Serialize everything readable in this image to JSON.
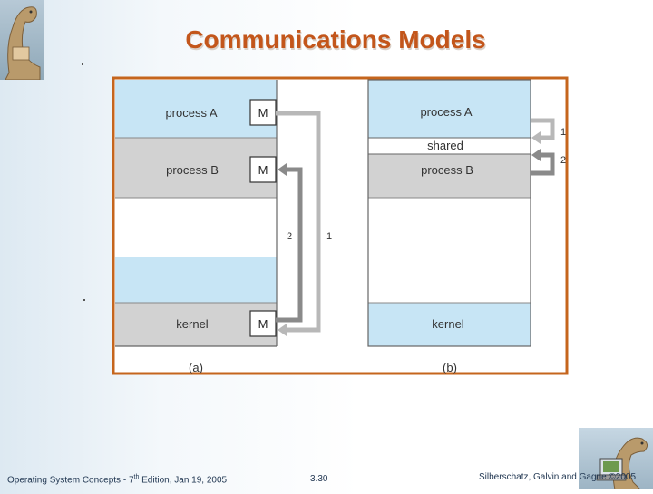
{
  "title": "Communications Models",
  "diagram": {
    "a": {
      "caption": "(a)",
      "process_a": "process A",
      "process_b": "process B",
      "kernel": "kernel",
      "msg_box": "M",
      "arrow_labels": [
        "2",
        "1"
      ]
    },
    "b": {
      "caption": "(b)",
      "process_a": "process A",
      "shared": "shared",
      "process_b": "process B",
      "kernel": "kernel",
      "arrow_labels": [
        "1",
        "2"
      ]
    },
    "colors": {
      "border": "#c5651d",
      "light_blue": "#c7e5f5",
      "gray": "#d2d2d2"
    }
  },
  "footer": {
    "left_pre": "Operating System Concepts - 7",
    "left_sup": "th",
    "left_post": " Edition, Jan 19, 2005",
    "center": "3.30",
    "right": "Silberschatz, Galvin and Gagne ©2005"
  }
}
